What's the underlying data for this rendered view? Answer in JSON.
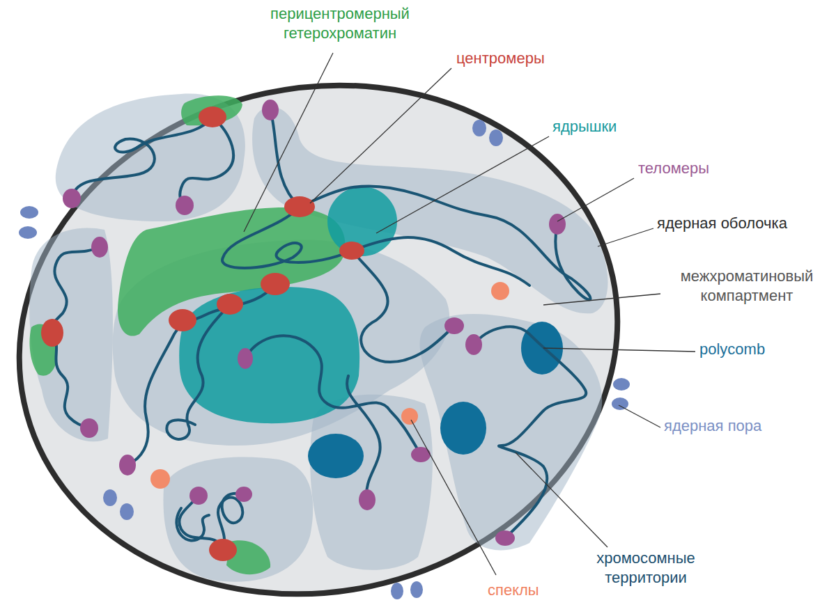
{
  "diagram": {
    "labels": [
      "перицентромерный гетерохроматин",
      "центромеры",
      "ядрышки",
      "теломеры",
      "ядерная оболочка",
      "межхроматиновый компартмент",
      "polycomb",
      "ядерная пора",
      "хромосомные территории",
      "спеклы"
    ]
  }
}
